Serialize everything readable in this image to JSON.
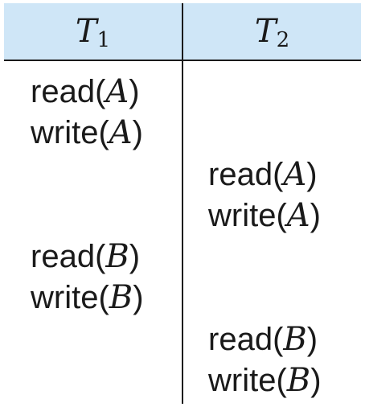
{
  "header": {
    "t1": {
      "name": "T",
      "sub": "1"
    },
    "t2": {
      "name": "T",
      "sub": "2"
    }
  },
  "schedule": [
    {
      "col": 1,
      "op": "read",
      "arg": "A"
    },
    {
      "col": 1,
      "op": "write",
      "arg": "A"
    },
    {
      "col": 2,
      "op": "read",
      "arg": "A"
    },
    {
      "col": 2,
      "op": "write",
      "arg": "A"
    },
    {
      "col": 1,
      "op": "read",
      "arg": "B"
    },
    {
      "col": 1,
      "op": "write",
      "arg": "B"
    },
    {
      "col": 2,
      "op": "read",
      "arg": "B"
    },
    {
      "col": 2,
      "op": "write",
      "arg": "B"
    }
  ],
  "colors": {
    "header_bg": "#cfe6f7",
    "rule": "#1a1a1a"
  }
}
